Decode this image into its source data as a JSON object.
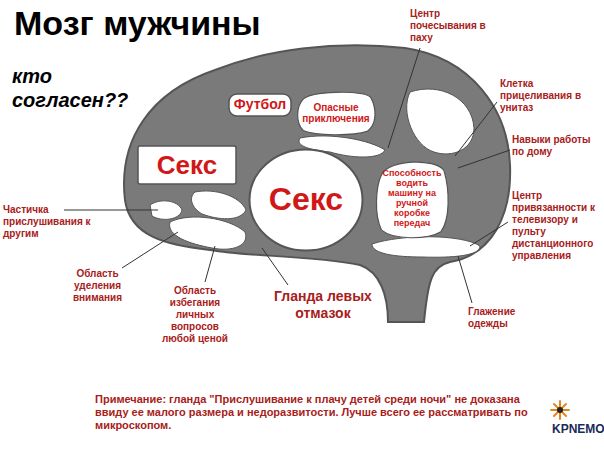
{
  "diagram": {
    "title": "Мозг мужчины",
    "caption": "Примечание: гланда \"Прислушивание к плачу детей среди ночи\" не доказана ввиду ее малого размера и недоразвитости. Лучше всего ее рассматривать по микроскопом.",
    "nodes": [
      {
        "text": [
          "Футбол"
        ]
      },
      {
        "text": [
          "Опасные приключения"
        ]
      },
      {
        "text": [
          "Секс"
        ]
      },
      {
        "text": [
          "Секс"
        ]
      },
      {
        "text": [
          "Способность водить машину на ручной коробке передач"
        ]
      }
    ],
    "labels": [
      "кто согласен??",
      "Центр почесывания в паху",
      "Клетка прицеливания в унитаз",
      "Навыки работы по дому",
      "Центр привязанности к телевизору и пульту дистанционного управления",
      "Глажение одежды",
      "Гланда левых отмазок",
      "Область избегания личных вопросов любой ценой",
      "Область уделения внимания",
      "Частичка прислушивания к другим",
      "KPNEMO"
    ]
  }
}
